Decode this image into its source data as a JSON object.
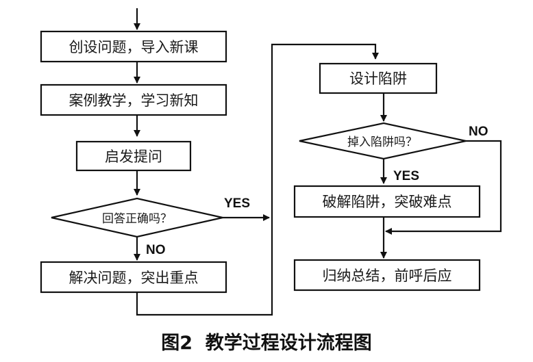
{
  "colors": {
    "stroke": "#111111",
    "text": "#1a1a1a",
    "background": "#ffffff"
  },
  "left_flow": {
    "step1": "创设问题，导入新课",
    "step2": "案例教学，学习新知",
    "step3": "启发提问",
    "decision": "回答正确吗？",
    "yes_label": "YES",
    "no_label": "NO",
    "step4": "解决问题，突出重点"
  },
  "right_flow": {
    "step1": "设计陷阱",
    "decision": "掉入陷阱吗？",
    "no_label": "NO",
    "yes_label": "YES",
    "step2": "破解陷阱，突破难点",
    "step3": "归纳总结，前呼后应"
  },
  "caption": "图2  教学过程设计流程图"
}
